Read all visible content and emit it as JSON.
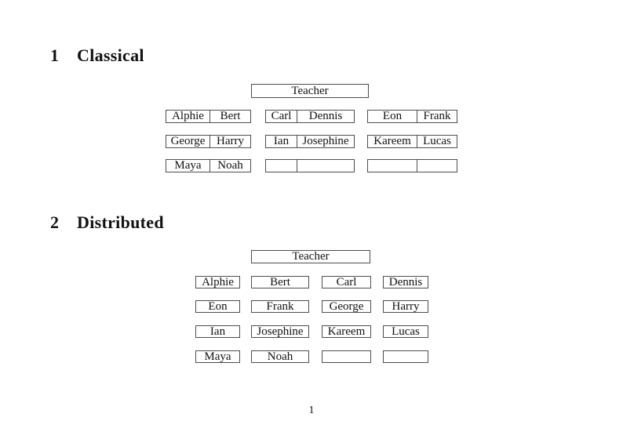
{
  "document": {
    "page_number": "1"
  },
  "colors": {
    "background": "#ffffff",
    "border": "#4d4d4d",
    "text": "#111111"
  },
  "sections": {
    "classical": {
      "number": "1",
      "title": "Classical",
      "teacher_label": "Teacher",
      "desk_rows": [
        {
          "desks": [
            {
              "seats": [
                "Alphie",
                "Bert"
              ]
            },
            {
              "seats": [
                "Carl",
                "Dennis"
              ]
            },
            {
              "seats": [
                "Eon",
                "Frank"
              ]
            }
          ]
        },
        {
          "desks": [
            {
              "seats": [
                "George",
                "Harry"
              ]
            },
            {
              "seats": [
                "Ian",
                "Josephine"
              ]
            },
            {
              "seats": [
                "Kareem",
                "Lucas"
              ]
            }
          ]
        },
        {
          "desks": [
            {
              "seats": [
                "Maya",
                "Noah"
              ]
            },
            {
              "seats": [
                "",
                ""
              ]
            },
            {
              "seats": [
                "",
                ""
              ]
            }
          ]
        }
      ]
    },
    "distributed": {
      "number": "2",
      "title": "Distributed",
      "teacher_label": "Teacher",
      "desk_rows": [
        {
          "desks": [
            "Alphie",
            "Bert",
            "Carl",
            "Dennis"
          ]
        },
        {
          "desks": [
            "Eon",
            "Frank",
            "George",
            "Harry"
          ]
        },
        {
          "desks": [
            "Ian",
            "Josephine",
            "Kareem",
            "Lucas"
          ]
        },
        {
          "desks": [
            "Maya",
            "Noah",
            "",
            ""
          ]
        }
      ]
    }
  }
}
